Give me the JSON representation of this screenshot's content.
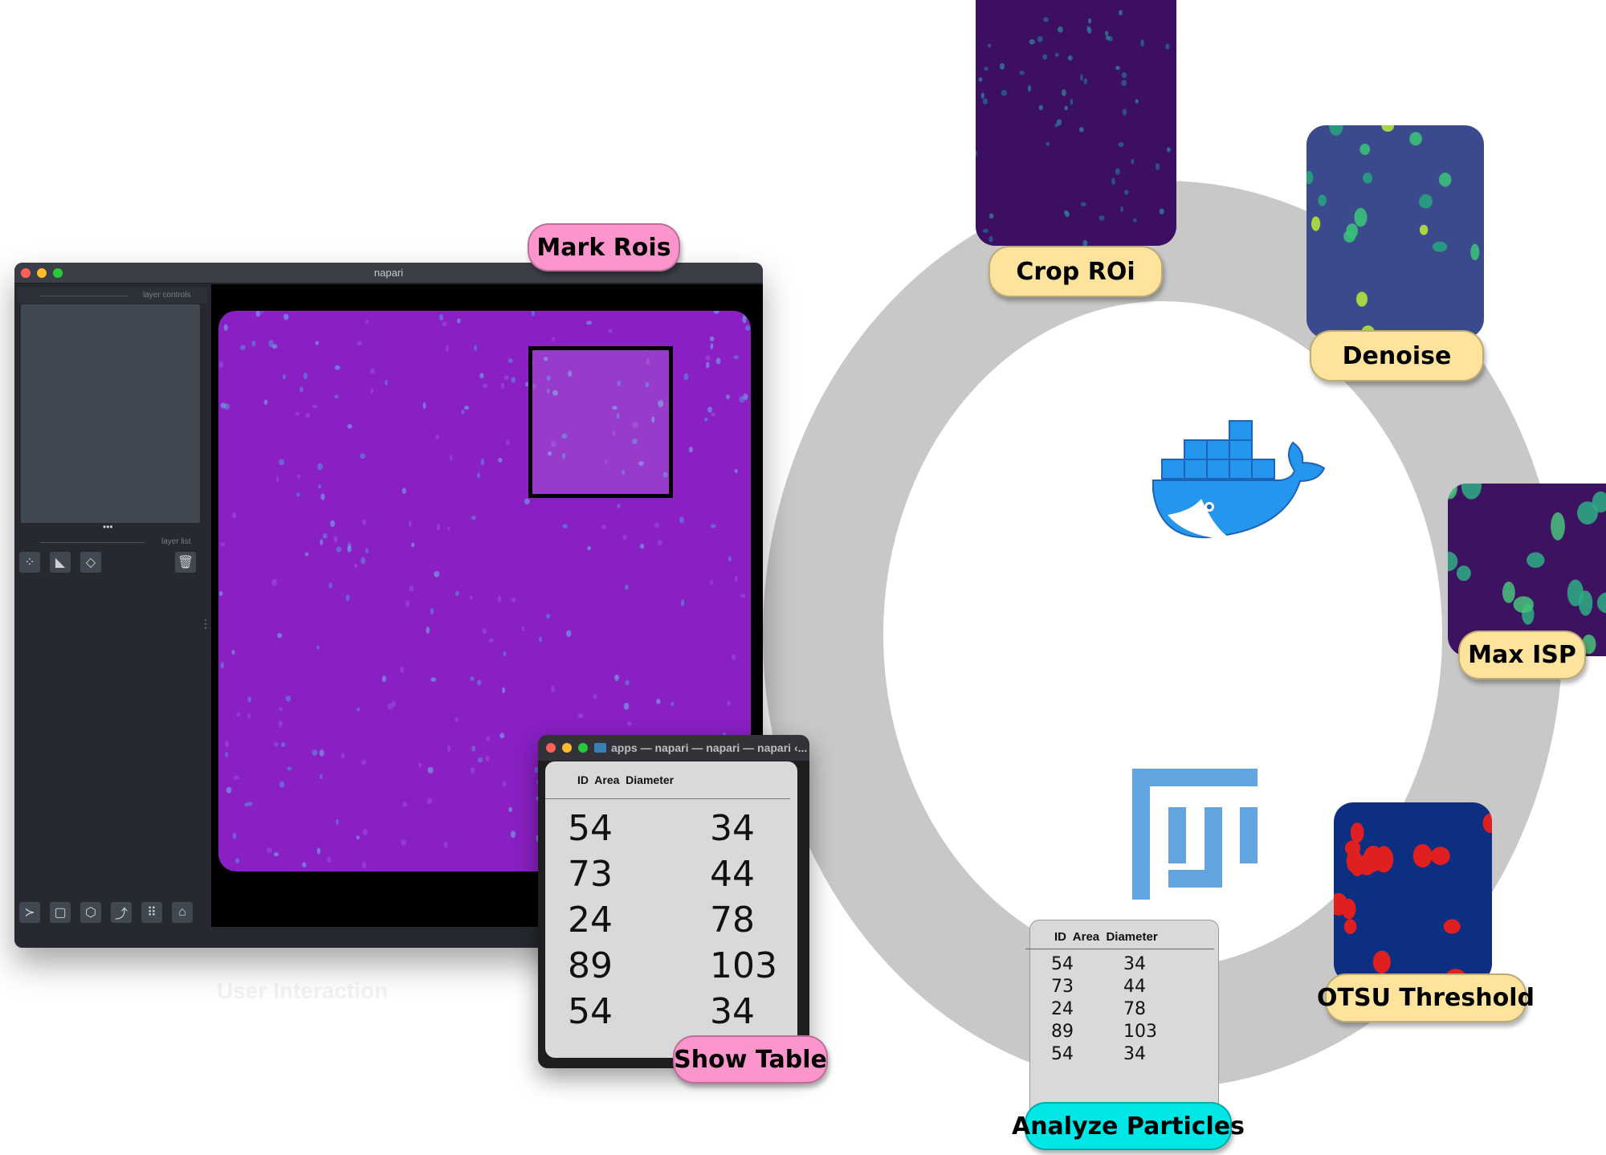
{
  "steps": {
    "mark_rois": "Mark Rois",
    "crop_roi": "Crop ROi",
    "denoise": "Denoise",
    "max_isp": "Max ISP",
    "otsu": "OTSU Threshold",
    "analyze": "Analyze Particles",
    "show_table": "Show Table"
  },
  "caption": "User Interaction",
  "napari": {
    "title": "napari",
    "layer_controls": "layer controls",
    "layer_list": "layer list",
    "layer_buttons": [
      "points-icon",
      "shapes-icon",
      "labels-icon",
      "delete-icon"
    ],
    "bottom_buttons": [
      "console-icon",
      "2d-3d-icon",
      "roll-icon",
      "transpose-icon",
      "grid-icon",
      "home-icon"
    ]
  },
  "table_window": {
    "title": "apps — napari — napari — napari ‹...",
    "header": "ID  Area  Diameter",
    "rows": [
      [
        "54",
        "34"
      ],
      [
        "73",
        "44"
      ],
      [
        "24",
        "78"
      ],
      [
        "89",
        "103"
      ],
      [
        "54",
        "34"
      ]
    ]
  },
  "small_table": {
    "header": "ID  Area  Diameter",
    "rows": [
      [
        "54",
        "34"
      ],
      [
        "73",
        "44"
      ],
      [
        "24",
        "78"
      ],
      [
        "89",
        "103"
      ],
      [
        "54",
        "34"
      ]
    ]
  },
  "colors": {
    "ring": "#c8c8c8",
    "label_yellow": "#fde39c",
    "label_pink": "#fd95cd",
    "label_cyan": "#00e5e5",
    "docker_blue": "#2496ed",
    "fiji_blue": "#62a4e0",
    "napari_image": "#8a1fc4"
  }
}
